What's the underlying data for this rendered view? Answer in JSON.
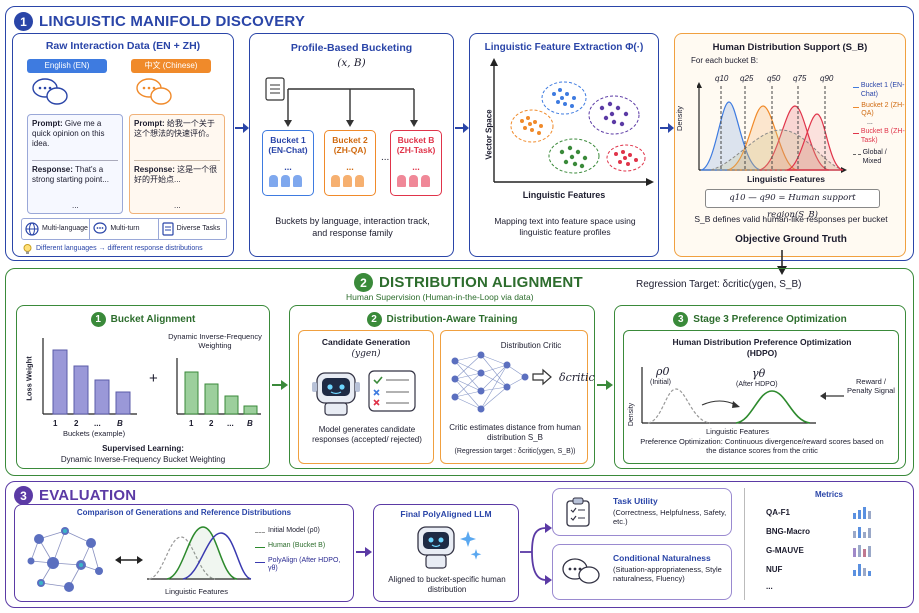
{
  "s1": {
    "num": "1",
    "title": "LINGUISTIC MANIFOLD DISCOVERY",
    "raw": {
      "title": "Raw Interaction Data (EN + ZH)",
      "en_tab": "English (EN)",
      "zh_tab": "中文 (Chinese)",
      "en_prompt_label": "Prompt:",
      "en_prompt": "Give me a quick opinion on this idea.",
      "en_resp_label": "Response:",
      "en_resp": "That's a strong starting point...",
      "zh_prompt_label": "Prompt:",
      "zh_prompt": "给我一个关于这个想法的快速评价。",
      "zh_resp_label": "Response:",
      "zh_resp": "这是一个很好的开始点...",
      "ellipsis": "...",
      "feat1": "Multi-language",
      "feat2": "Multi-turn",
      "feat3": "Diverse Tasks",
      "note": "Different languages → different response distributions"
    },
    "bucketing": {
      "title": "Profile-Based Bucketing",
      "subtitle": "(x, B)",
      "b1": "Bucket 1 (EN-Chat)",
      "b2": "Bucket 2 (ZH-QA)",
      "b3": "Bucket B (ZH-Task)",
      "dots": "...",
      "desc": "Buckets by language, interaction track, and response family"
    },
    "features": {
      "title": "Linguistic Feature Extraction Φ(·)",
      "yaxis": "Vector Space",
      "xaxis": "Linguistic Features",
      "desc": "Mapping text into feature space using linguistic feature profiles"
    },
    "support": {
      "title": "Human Distribution Support (S_B)",
      "sub": "For each bucket B:",
      "q10": "q10",
      "q25": "q25",
      "q50": "q50",
      "q75": "q75",
      "q90": "q90",
      "yaxis": "Density",
      "xaxis": "Linguistic Features",
      "leg1": "Bucket 1 (EN-Chat)",
      "leg2": "Bucket 2 (ZH-QA)",
      "leg3": "Bucket B (ZH-Task)",
      "leg_dots": "...",
      "leg4": "Global / Mixed",
      "formula": "q10 — q90 = Human support region(S_B)",
      "desc": "S_B defines valid human-like responses per bucket",
      "footer": "Objective Ground Truth"
    }
  },
  "regression_target": "Regression Target: δcritic(ygen, S_B)",
  "s2": {
    "num": "2",
    "title": "DISTRIBUTION ALIGNMENT",
    "subtitle": "Human Supervision (Human-in-the-Loop via data)",
    "p1": {
      "num": "1",
      "title": "Bucket Alignment",
      "ylabel": "Loss Weight",
      "xlabel": "Buckets (example)",
      "ticks": [
        "1",
        "2",
        "...",
        "B"
      ],
      "plus": "+",
      "dyn_title": "Dynamic Inverse-Frequency Weighting",
      "footer_bold": "Supervised Learning:",
      "footer": "Dynamic Inverse-Frequency Bucket Weighting"
    },
    "p2": {
      "num": "2",
      "title": "Distribution-Aware Training",
      "cand_title": "Candidate Generation",
      "cand_sub": "(ygen)",
      "cand_desc": "Model generates candidate responses (accepted/ rejected)",
      "critic_title": "Distribution Critic",
      "critic_sym": "δcritic",
      "critic_desc": "Critic estimates distance from human distribution S_B",
      "critic_reg": "(Regression target : δcritic(ygen, S_B))"
    },
    "p3": {
      "num": "3",
      "title": "Stage 3 Preference Optimization",
      "inner_title": "Human Distribution Preference Optimization (HDPO)",
      "rho": "ρ0",
      "rho_sub": "(Initial)",
      "gamma": "γθ",
      "gamma_sub": "(After HDPO)",
      "yaxis": "Density",
      "xaxis": "Linguistic Features",
      "reward": "Reward / Penalty Signal",
      "desc": "Preference Optimization: Continuous divergence/reward scores based on the distance scores from the critic"
    }
  },
  "s3": {
    "num": "3",
    "title": "EVALUATION",
    "comp_title": "Comparison of Generations and Reference Distributions",
    "xaxis": "Linguistic Features",
    "leg1": "Initial Model (ρ0)",
    "leg2": "Human (Bucket B)",
    "leg3": "PolyAlign (After HDPO, γθ)",
    "final_title": "Final PolyAligned LLM",
    "final_desc": "Aligned to bucket-specific human distribution",
    "task_title": "Task Utility",
    "task_desc": "(Correctness, Helpfulness, Safety, etc.)",
    "nat_title": "Conditional Naturalness",
    "nat_desc": "(Situation-appropriateness, Style naturalness, Fluency)",
    "metrics_title": "Metrics",
    "metrics": [
      "QA-F1",
      "BNG-Macro",
      "G-MAUVE",
      "NUF",
      "..."
    ]
  },
  "colors": {
    "blue": "#2a45a8",
    "green": "#3a8a3a",
    "purple": "#5b3aa5",
    "orange": "#f08a2a",
    "red": "#e0344a"
  }
}
